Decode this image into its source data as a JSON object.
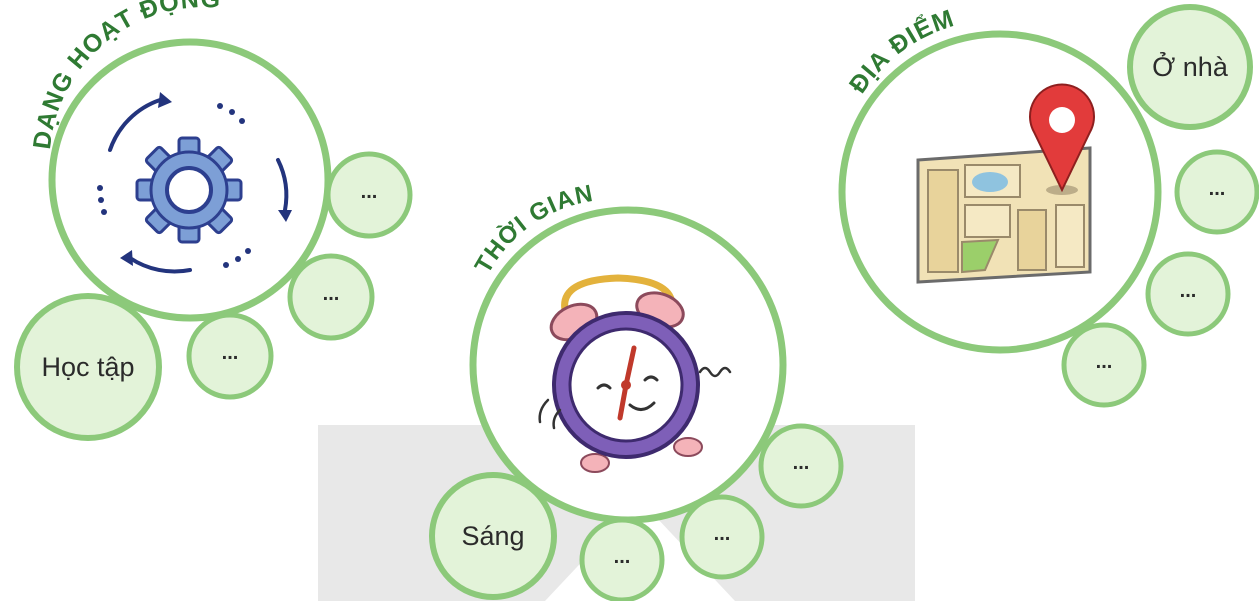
{
  "colors": {
    "ring": "#8cc97a",
    "bubble_fill": "#e3f3d9",
    "title_text": "#2f7a33",
    "watermark": "#e2e2e2"
  },
  "groups": {
    "activity": {
      "title": "DẠNG HOẠT ĐỘNG",
      "icon": "gear-cycle-icon",
      "answers": [
        "Học tập",
        "...",
        "...",
        "..."
      ]
    },
    "time": {
      "title": "THỜI GIAN",
      "icon": "alarm-clock-icon",
      "answers": [
        "Sáng",
        "...",
        "...",
        "..."
      ]
    },
    "place": {
      "title": "ĐỊA ĐIỂM",
      "icon": "map-pin-icon",
      "answers": [
        "Ở nhà",
        "...",
        "...",
        "..."
      ]
    }
  }
}
